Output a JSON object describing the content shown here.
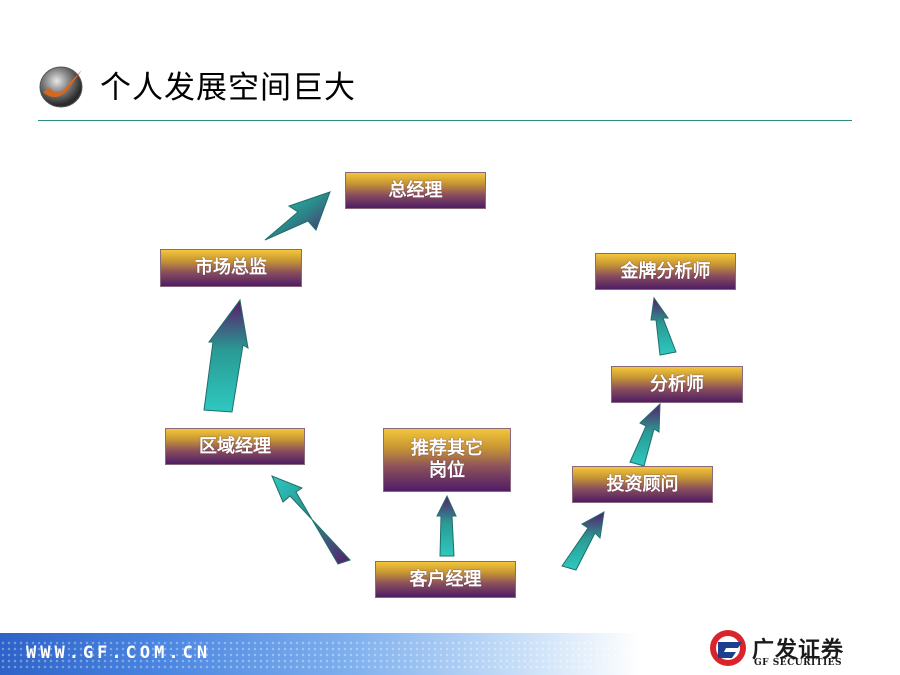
{
  "header": {
    "title": "个人发展空间巨大"
  },
  "diagram": {
    "nodes": {
      "general_manager": "总经理",
      "marketing_director": "市场总监",
      "regional_manager": "区域经理",
      "account_manager": "客户经理",
      "recommended_other": [
        "推荐其它",
        "岗位"
      ],
      "investment_advisor": "投资顾问",
      "analyst": "分析师",
      "gold_analyst": "金牌分析师"
    },
    "colors": {
      "box_top": "#f4c63a",
      "box_bottom": "#4f1c66",
      "arrow_light": "#2ec9c0",
      "arrow_dark": "#5a1a6a"
    }
  },
  "footer": {
    "url": "WWW.GF.COM.CN",
    "brand_name": "广发证券",
    "brand_sub": "GF SECURITIES"
  }
}
